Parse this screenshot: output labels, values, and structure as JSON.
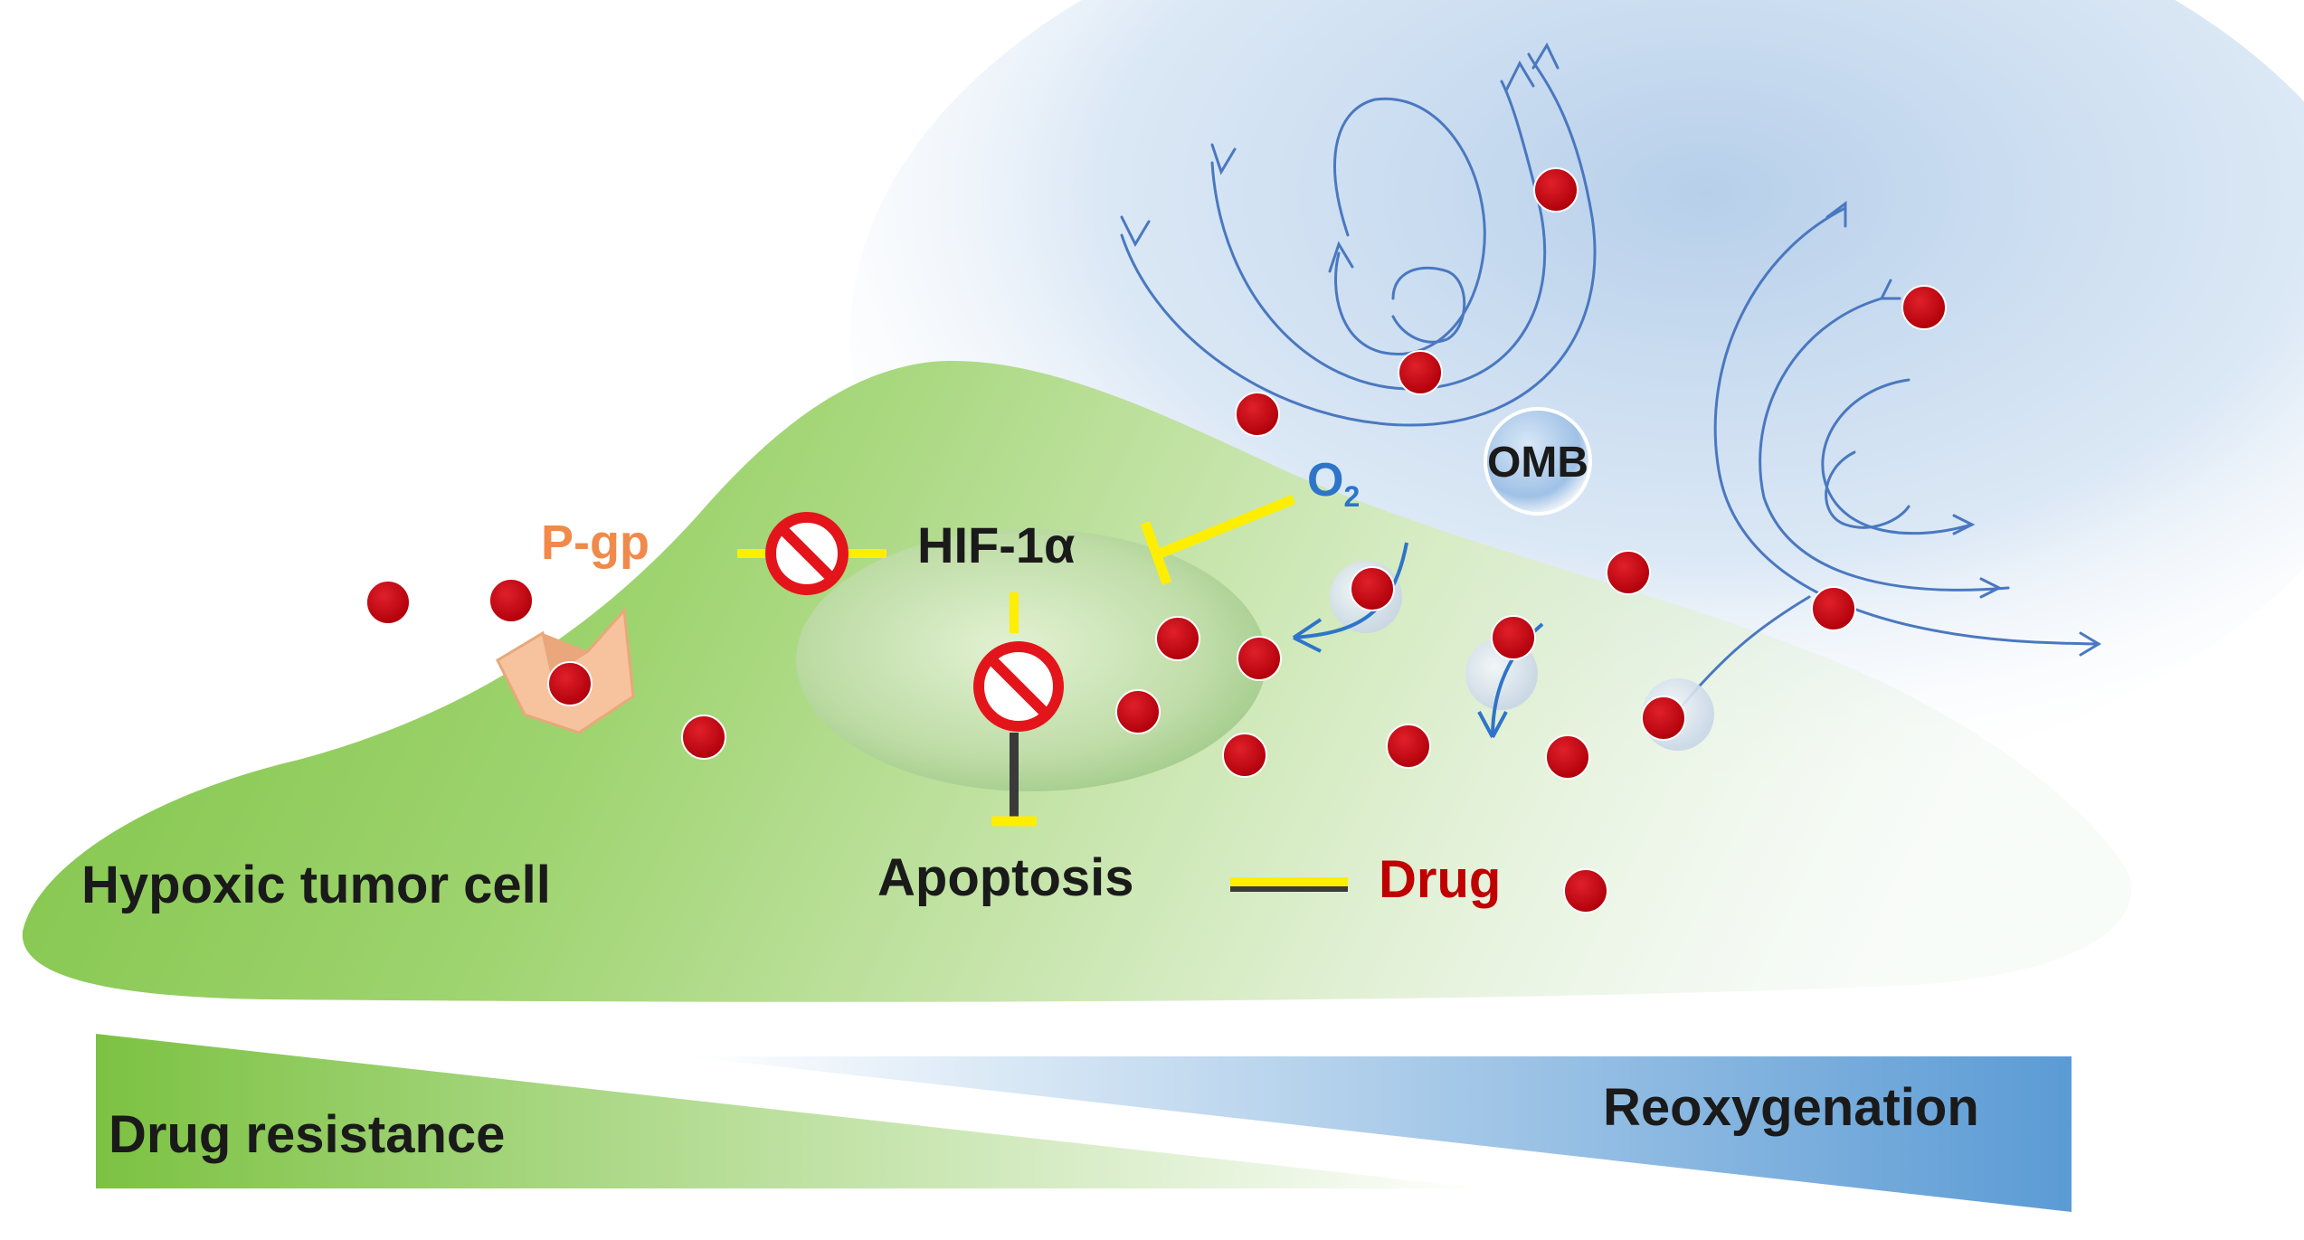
{
  "labels": {
    "cell": "Hypoxic tumor cell",
    "pgp": "P-gp",
    "hif": "HIF-1α",
    "o2_main": "O",
    "o2_sub": "2",
    "omb": "OMB",
    "apoptosis": "Apoptosis",
    "drug": "Drug",
    "drug_resistance": "Drug resistance",
    "reoxygenation": "Reoxygenation"
  },
  "colors": {
    "cell_green": "#7cc242",
    "cell_light": "#d8ecc6",
    "oxygen_blue": "#2e74c9",
    "flow_line": "#4a78c0",
    "inhibit_yellow": "#ffee00",
    "inhibit_dark": "#3a3a3a",
    "no_sign_red": "#e4141b",
    "drug_dot": "#c5000b",
    "pgp_orange": "#f08a4b",
    "drug_label": "#c00000",
    "pgp_box": "#f6c39e",
    "resistance_wedge": "#8ccf45",
    "reoxygenation_wedge": "#5b9bd5"
  },
  "icons": [
    "no-entry-icon",
    "pgp-transporter-icon",
    "oxygen-microbubble-icon"
  ]
}
